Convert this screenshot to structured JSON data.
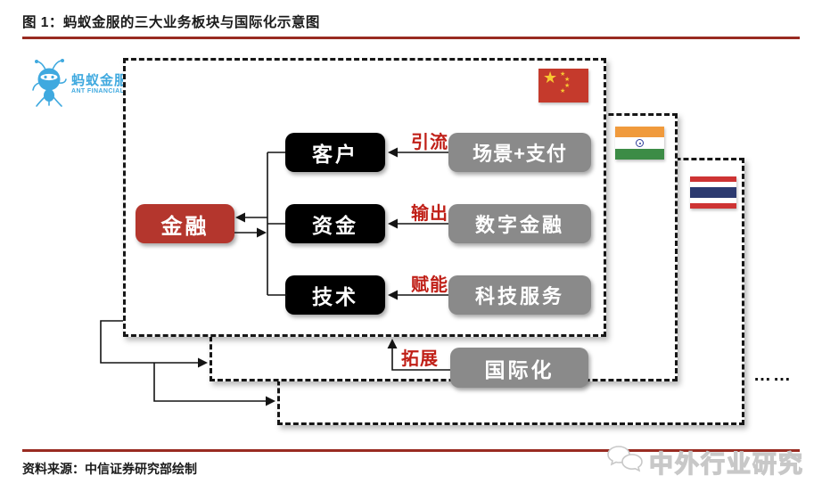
{
  "header": {
    "title": "图 1：蚂蚁金服的三大业务板块与国际化示意图"
  },
  "logo": {
    "name": "蚂蚁金服",
    "subtitle": "ANT FINANCIAL"
  },
  "diagram": {
    "core": {
      "finance": "金融"
    },
    "pillars": [
      {
        "left": "客户",
        "arrow_label": "引流",
        "right": "场景+支付"
      },
      {
        "left": "资金",
        "arrow_label": "输出",
        "right": "数字金融"
      },
      {
        "left": "技术",
        "arrow_label": "赋能",
        "right": "科技服务"
      }
    ],
    "intl": {
      "arrow_label": "拓展",
      "box": "国际化"
    },
    "regions": [
      {
        "id": "china",
        "flag": "china-flag"
      },
      {
        "id": "india",
        "flag": "india-flag"
      },
      {
        "id": "thailand",
        "flag": "thailand-flag"
      }
    ],
    "ellipsis": "……",
    "star": "★"
  },
  "footer": {
    "source": "资料来源：中信证券研究部绘制",
    "watermark": "中外行业研究"
  },
  "colors": {
    "rule_red": "#992B21",
    "label_red": "#C02018",
    "finance_red": "#B4362D",
    "node_black": "#000000",
    "node_gray": "#8A8A8A",
    "logo_blue": "#3FA9DF",
    "china_flag_red": "#C53A2C",
    "india_saffron": "#F09A3C",
    "india_green": "#3C8C46",
    "thai_navy": "#2C3A70",
    "thai_red": "#CE3434"
  }
}
